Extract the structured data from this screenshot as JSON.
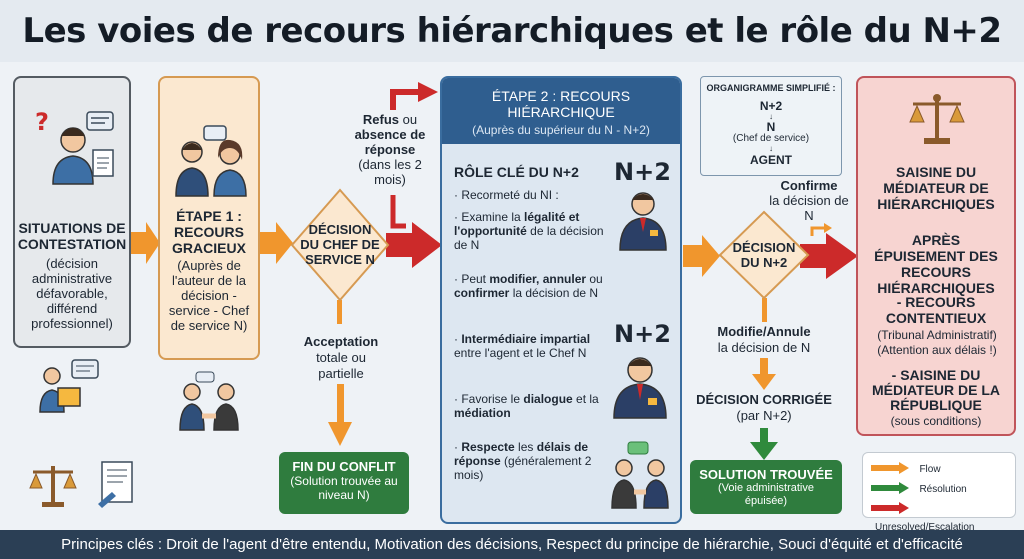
{
  "title": "Les voies de recours hiérarchiques et le rôle du N+2",
  "situations": {
    "title": "SITUATIONS DE CONTESTATION",
    "detail": "(décision administrative défavorable, différend professionnel)"
  },
  "etape1": {
    "title": "ÉTAPE 1 : RECOURS GRACIEUX",
    "detail": "(Auprès de l'auteur de la décision - service - Chef de service N)"
  },
  "decision_chef": {
    "label": "DÉCISION DU CHEF DE SERVICE N"
  },
  "refus": {
    "word1": "Refus",
    "word2": "ou",
    "word3": "absence de réponse",
    "word4": "(dans les 2 mois)"
  },
  "acceptation": {
    "bold": "Acceptation",
    "rest": "totale ou partielle"
  },
  "fin": {
    "title": "FIN DU CONFLIT",
    "detail": "(Solution trouvée au niveau N)"
  },
  "etape2": {
    "title": "ÉTAPE 2 : RECOURS HIÉRARCHIQUE",
    "subtitle": "(Auprès du supérieur du N - N+2)",
    "role_title": "RÔLE CLÉ DU N+2",
    "n2_label_top": "N+2",
    "n2_label_bottom": "N+2",
    "bullets": [
      {
        "plain": "· Recormeté du NI :"
      },
      {
        "pre": "· Examine la ",
        "bold1": "légalité",
        "mid": " ",
        "bold2": "et l'opportunité",
        "post": " de la décision de N"
      },
      {
        "pre": "· Peut ",
        "bold1": "modifier, annuler",
        "mid": " ou ",
        "bold2": "confirmer",
        "post": " la décision de N"
      },
      {
        "pre": "· ",
        "bold1": "Intermédiaire impartial",
        "mid": "",
        "bold2": "",
        "post": " entre l'agent et le Chef N"
      },
      {
        "pre": "· Favorise le ",
        "bold1": "dialogue",
        "mid": " et la ",
        "bold2": "médiation",
        "post": ""
      },
      {
        "pre": "· ",
        "bold1": "Respecte",
        "mid": " les ",
        "bold2": "délais de réponse",
        "post": " (généralement 2 mois)"
      }
    ]
  },
  "organigramme": {
    "title": "ORGANIGRAMME SIMPLIFIÉ :",
    "n2": "N+2",
    "n": "N",
    "n_sub": "(Chef de service)",
    "agent": "AGENT"
  },
  "decision_n2": {
    "label": "DÉCISION DU N+2"
  },
  "confirme": {
    "bold": "Confirme",
    "rest": "la décision de N"
  },
  "modifie": {
    "bold": "Modifie/Annule",
    "rest": "la décision de N"
  },
  "corrigee": {
    "bold": "DÉCISION CORRIGÉE",
    "rest": "(par N+2)"
  },
  "solution": {
    "title": "SOLUTION TROUVÉE",
    "detail": "(Voie administrative épuisée)"
  },
  "mediateur": {
    "title": "SAISINE DU MÉDIATEUR DE HIÉRARCHIQUES",
    "after": "APRÈS ÉPUISEMENT DES RECOURS HIÉRARCHIQUES",
    "rc_title": "- RECOURS CONTENTIEUX",
    "rc_detail1": "(Tribunal Administratif)",
    "rc_detail2": "(Attention aux délais !)",
    "med_title": "- SAISINE DU MÉDIATEUR DE LA RÉPUBLIQUE",
    "med_detail": "(sous conditions)"
  },
  "legend": {
    "items": [
      {
        "label": "Flow",
        "color": "#f0962d"
      },
      {
        "label": "Résolution",
        "color": "#2f8a3c"
      },
      {
        "label": "Unresolved/Escalation",
        "color": "#cc2a2a"
      }
    ]
  },
  "footer": "Principes clés : Droit de l'agent d'être entendu, Motivation des décisions, Respect du principe de hiérarchie, Souci d'équité et d'efficacité"
}
